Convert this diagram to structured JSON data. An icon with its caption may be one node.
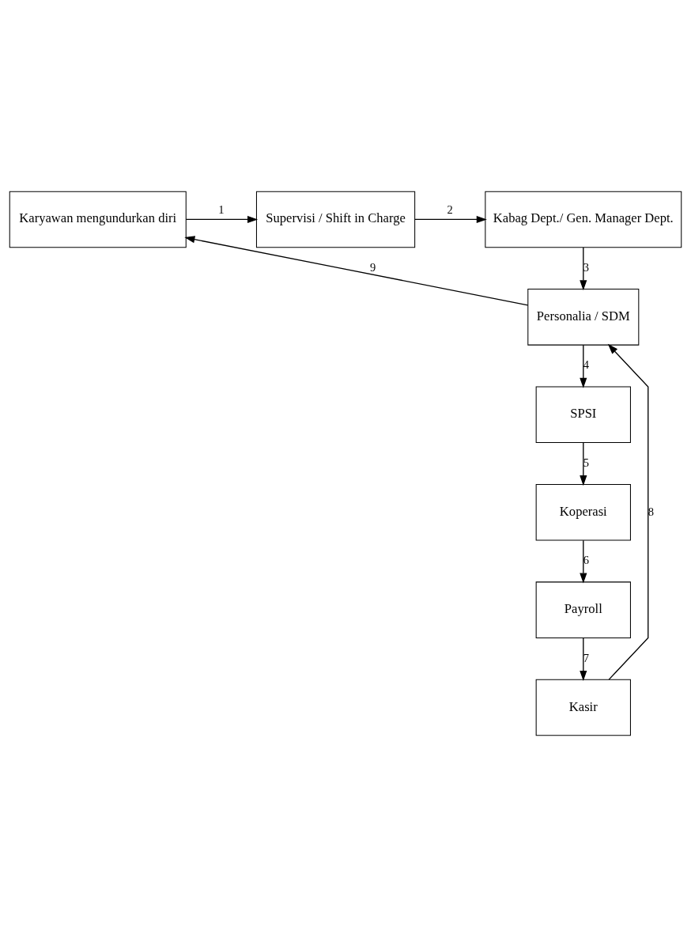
{
  "diagram": {
    "nodes": [
      {
        "text": [
          "Karyawan mengundurkan diri"
        ]
      },
      {
        "text": [
          "Supervisi / Shift in Charge"
        ]
      },
      {
        "text": [
          "Kabag Dept./ Gen. Manager Dept."
        ]
      },
      {
        "text": [
          "Personalia / SDM"
        ]
      },
      {
        "text": [
          "SPSI"
        ]
      },
      {
        "text": [
          "Koperasi"
        ]
      },
      {
        "text": [
          "Payroll"
        ]
      },
      {
        "text": [
          "Kasir"
        ]
      }
    ],
    "edges": [
      {
        "from": 0,
        "to": 1,
        "arrow": "to",
        "label": "1"
      },
      {
        "from": 1,
        "to": 2,
        "arrow": "to",
        "label": "2"
      },
      {
        "from": 2,
        "to": 3,
        "arrow": "to",
        "label": "3"
      },
      {
        "from": 3,
        "to": 4,
        "arrow": "to",
        "label": "4"
      },
      {
        "from": 4,
        "to": 5,
        "arrow": "to",
        "label": "5"
      },
      {
        "from": 5,
        "to": 6,
        "arrow": "to",
        "label": "6"
      },
      {
        "from": 6,
        "to": 7,
        "arrow": "to",
        "label": "7"
      },
      {
        "from": 7,
        "to": 3,
        "arrow": "to",
        "label": "8"
      },
      {
        "from": 3,
        "to": 0,
        "arrow": "to",
        "label": "9"
      }
    ]
  }
}
